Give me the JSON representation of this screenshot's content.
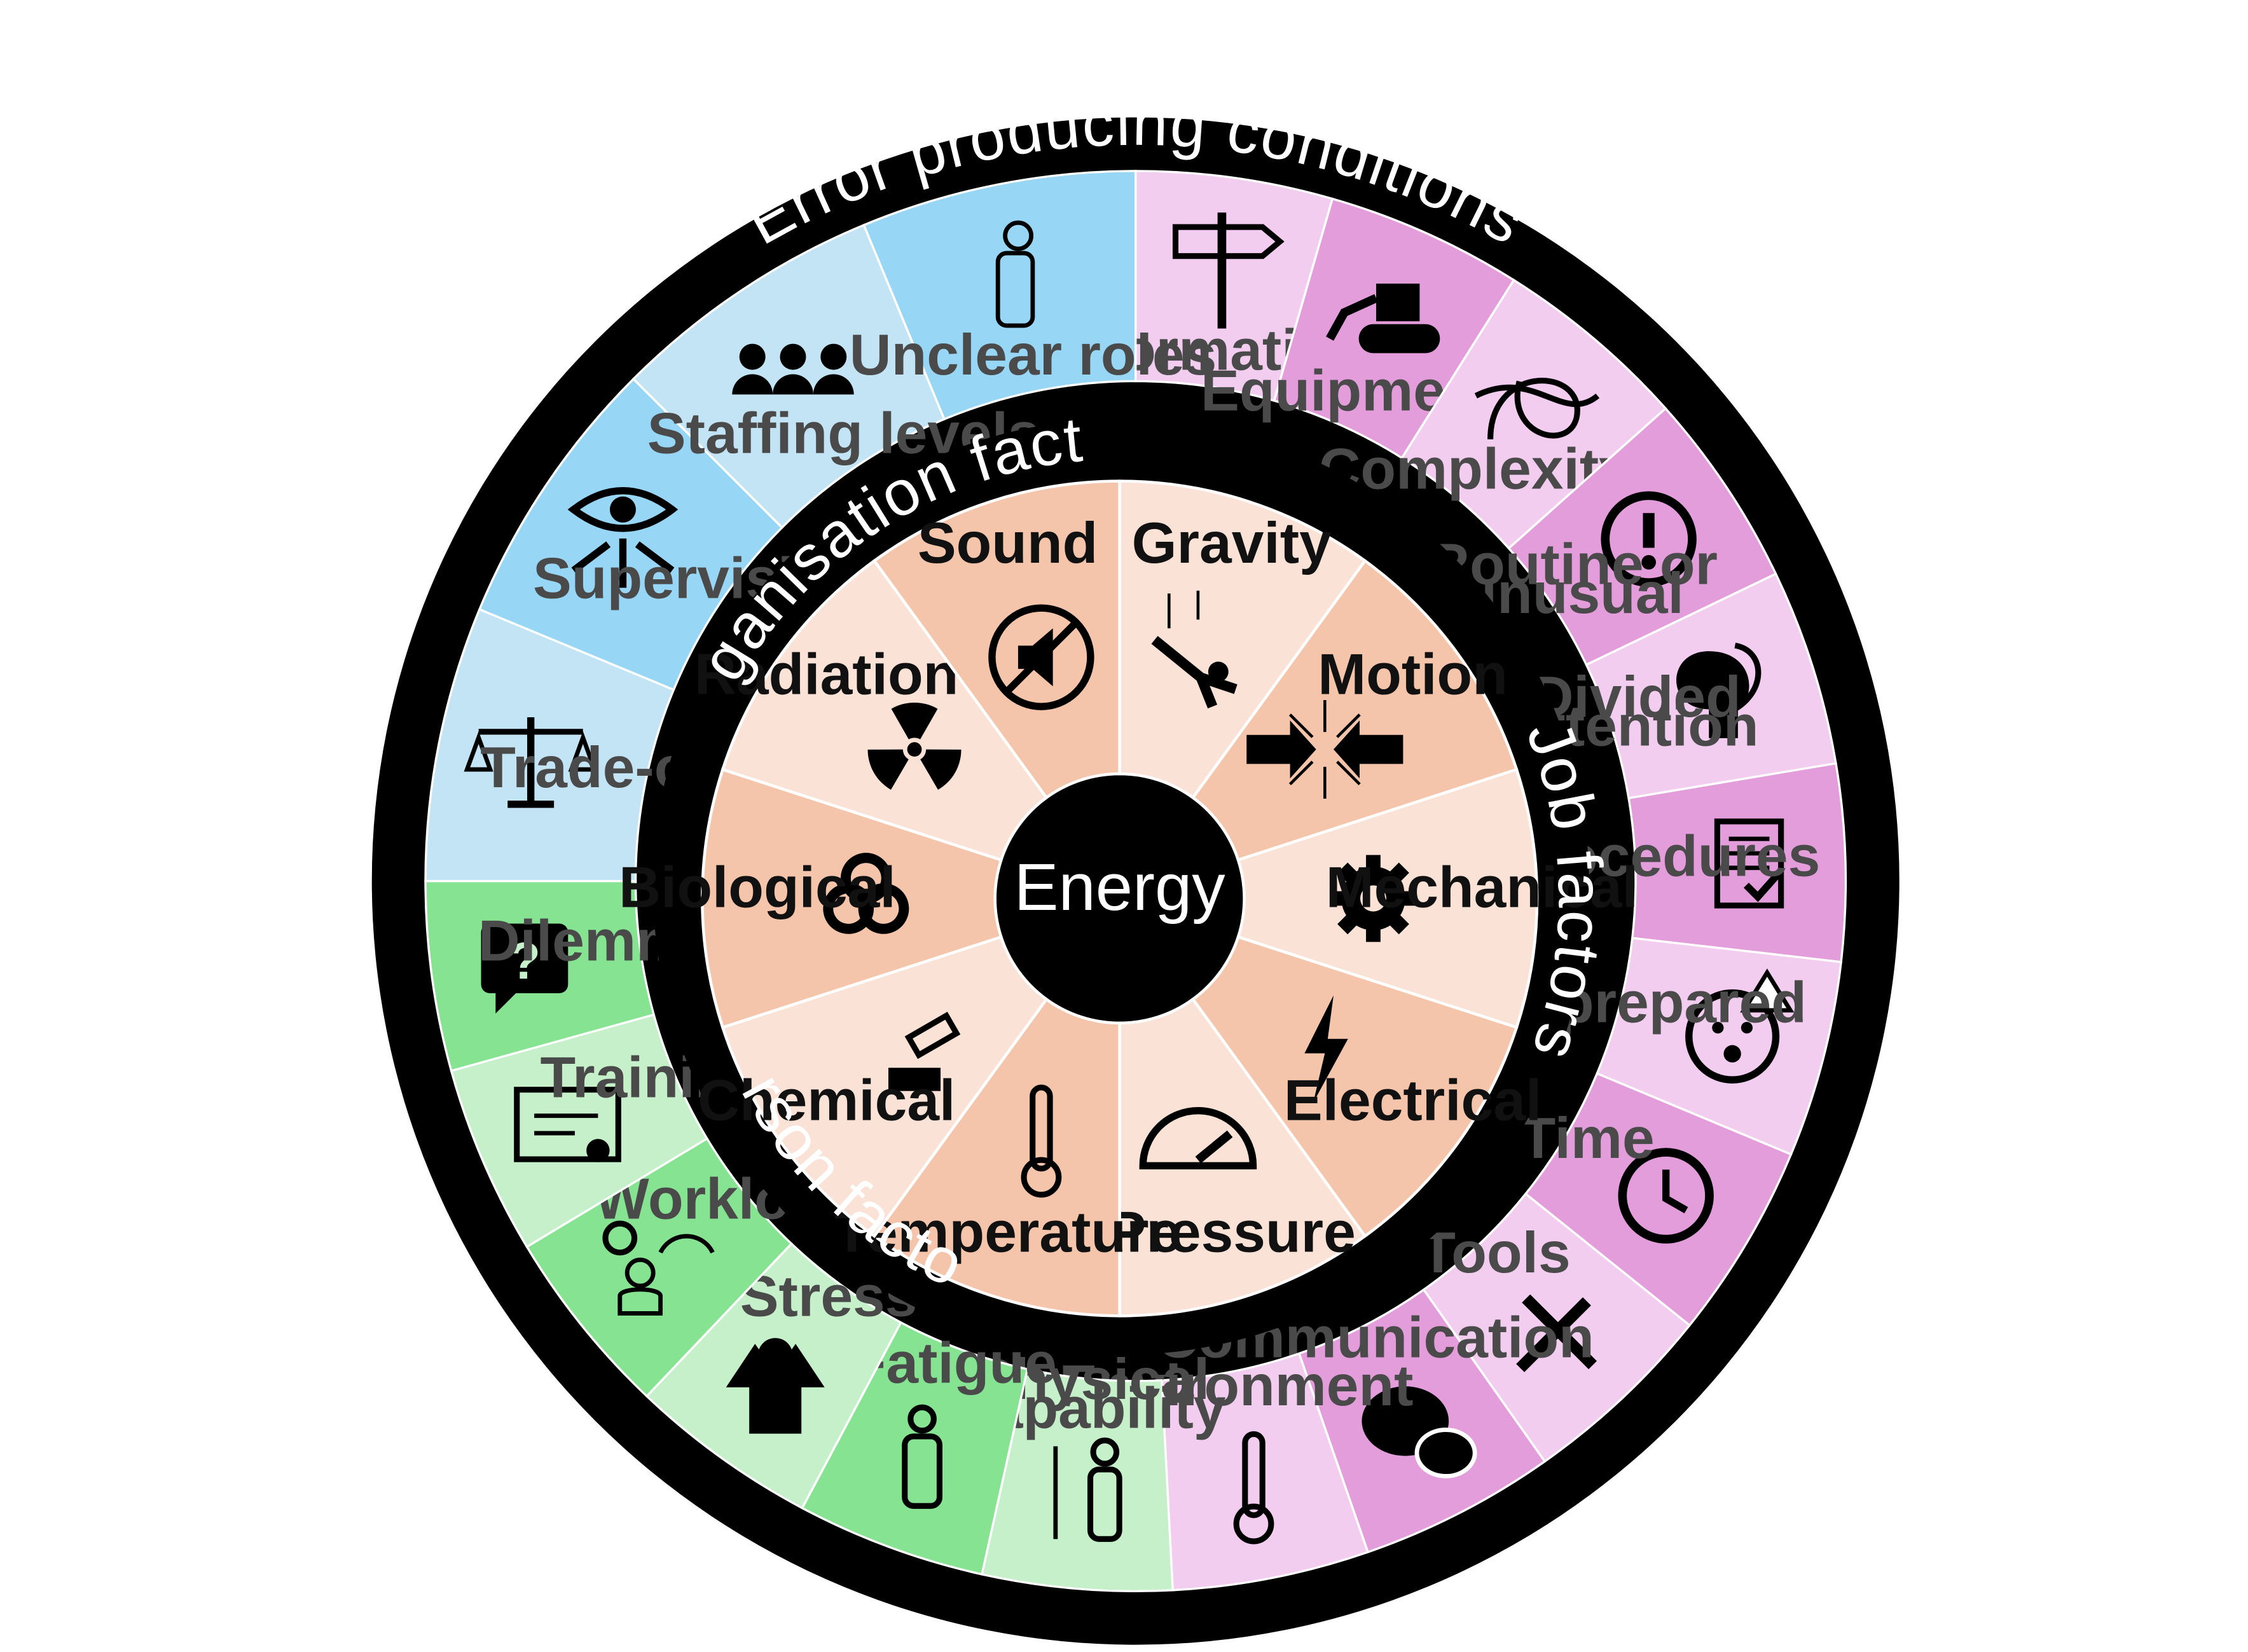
{
  "center": {
    "label": "Energy"
  },
  "rings": {
    "outer_title": "Error  producing conditions",
    "organisation_title": "Organisation factors",
    "job_title": "Job factors",
    "person_title": "Person factors"
  },
  "colors": {
    "hazard_light": "#fae2d6",
    "hazard_dark": "#f4c5aa",
    "job_light": "#f2cdef",
    "job_dark": "#e39ddb",
    "person_light": "#c5f0ca",
    "person_dark": "#85e391",
    "org_light": "#c3e4f4",
    "org_dark": "#98d6f5",
    "ring": "#000000"
  },
  "hazards": [
    {
      "label": "Gravity",
      "icon": "falling-person-icon"
    },
    {
      "label": "Motion",
      "icon": "collision-arrows-icon"
    },
    {
      "label": "Mechanical",
      "icon": "gear-icon"
    },
    {
      "label": "Electrical",
      "icon": "lightning-bolt-icon"
    },
    {
      "label": "Pressure",
      "icon": "pressure-gauge-icon"
    },
    {
      "label": "Temperature",
      "icon": "thermometer-icon"
    },
    {
      "label": "Chemical",
      "icon": "test-tube-icon"
    },
    {
      "label": "Biological",
      "icon": "biohazard-icon"
    },
    {
      "label": "Radiation",
      "icon": "radiation-icon"
    },
    {
      "label": "Sound",
      "icon": "muted-speaker-icon"
    }
  ],
  "job_factors": [
    {
      "label": "Information",
      "icon": "signpost-icon"
    },
    {
      "label": "Equipment",
      "icon": "excavator-icon"
    },
    {
      "label": "Complexity",
      "icon": "tangled-arrows-icon"
    },
    {
      "label": "Routine or unusual",
      "icon": "exclamation-circle-icon"
    },
    {
      "label": "Divided attention",
      "icon": "two-heads-icon"
    },
    {
      "label": "Procedures",
      "icon": "checklist-icon"
    },
    {
      "label": "Unprepared",
      "icon": "surprised-face-warning-icon"
    },
    {
      "label": "Time",
      "icon": "clock-arrow-icon"
    },
    {
      "label": "Tools",
      "icon": "hammer-screwdriver-icon"
    },
    {
      "label": "Communication",
      "icon": "speech-bubbles-icon"
    },
    {
      "label": "Environment",
      "icon": "thermometer-icon"
    }
  ],
  "person_factors": [
    {
      "label": "Physical capability",
      "icon": "person-height-arrows-icon"
    },
    {
      "label": "Fatigue",
      "icon": "tired-person-icon"
    },
    {
      "label": "Stress",
      "icon": "stressed-person-icon"
    },
    {
      "label": "Workload",
      "icon": "person-gear-gauge-icon"
    },
    {
      "label": "Training",
      "icon": "certificate-icon"
    },
    {
      "label": "Dilemmas",
      "icon": "question-bubble-icon"
    }
  ],
  "organisation_factors": [
    {
      "label": "Trade-offs",
      "icon": "scales-icon"
    },
    {
      "label": "Supervision",
      "icon": "eye-arrows-icon"
    },
    {
      "label": "Staffing levels",
      "icon": "group-of-people-icon"
    },
    {
      "label": "Unclear roles",
      "icon": "confused-person-icon"
    }
  ]
}
